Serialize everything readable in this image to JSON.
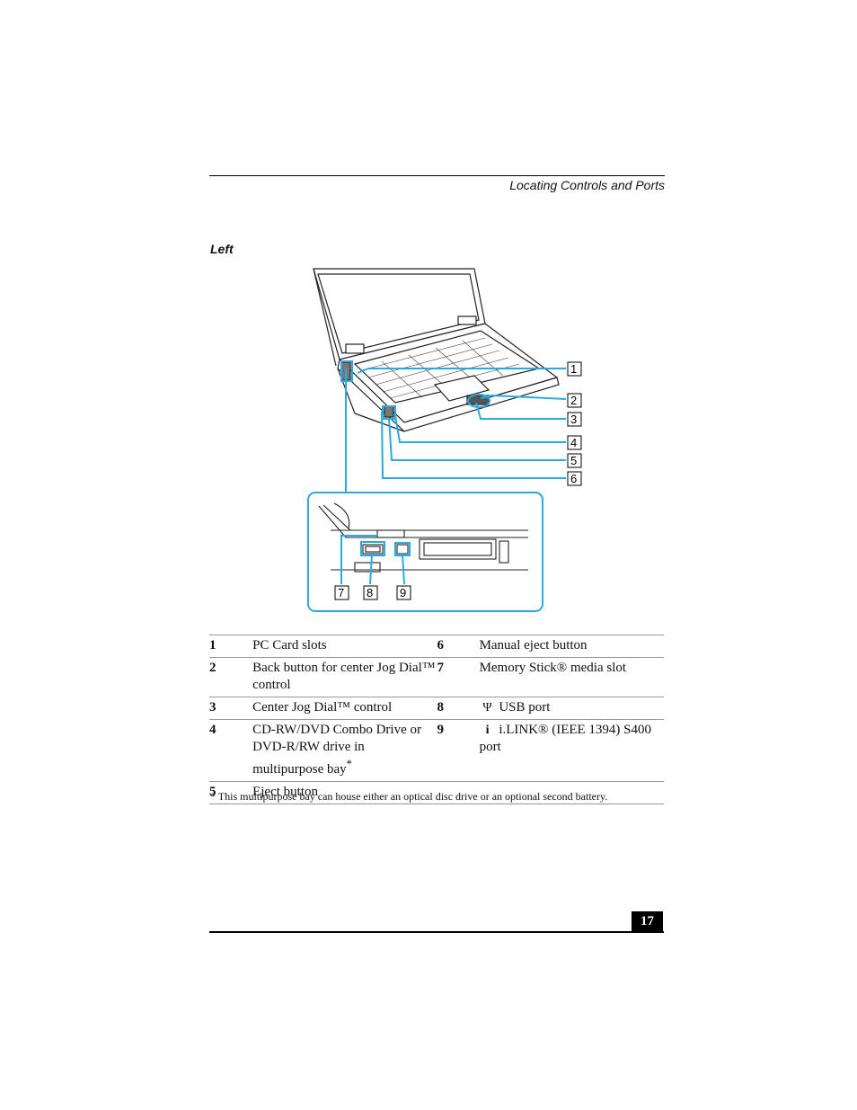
{
  "header": {
    "title": "Locating Controls and Ports"
  },
  "section": {
    "label": "Left"
  },
  "figure": {
    "callouts_main": [
      "1",
      "2",
      "3",
      "4",
      "5",
      "6"
    ],
    "callouts_inset": [
      "7",
      "8",
      "9"
    ],
    "accent_color": "#29abe2"
  },
  "legend": {
    "rows": [
      {
        "n1": "1",
        "t1": "PC Card slots",
        "n2": "6",
        "t2": "Manual eject button"
      },
      {
        "n1": "2",
        "t1": "Back button for center Jog Dial™ control",
        "n2": "7",
        "t2": "Memory Stick® media slot"
      },
      {
        "n1": "3",
        "t1": "Center Jog Dial™ control",
        "n2": "8",
        "t2": "USB port",
        "icon2": "usb-icon"
      },
      {
        "n1": "4",
        "t1": "CD-RW/DVD Combo Drive or DVD-R/RW drive in multipurpose bay",
        "sup1": "*",
        "n2": "9",
        "t2": "i.LINK® (IEEE 1394) S400 port",
        "icon2": "ilink-icon"
      },
      {
        "n1": "5",
        "t1": "Eject button",
        "n2": "",
        "t2": ""
      }
    ]
  },
  "footnote": "*  This multipurpose bay can house either an optical disc drive or an optional second battery.",
  "page_number": "17"
}
